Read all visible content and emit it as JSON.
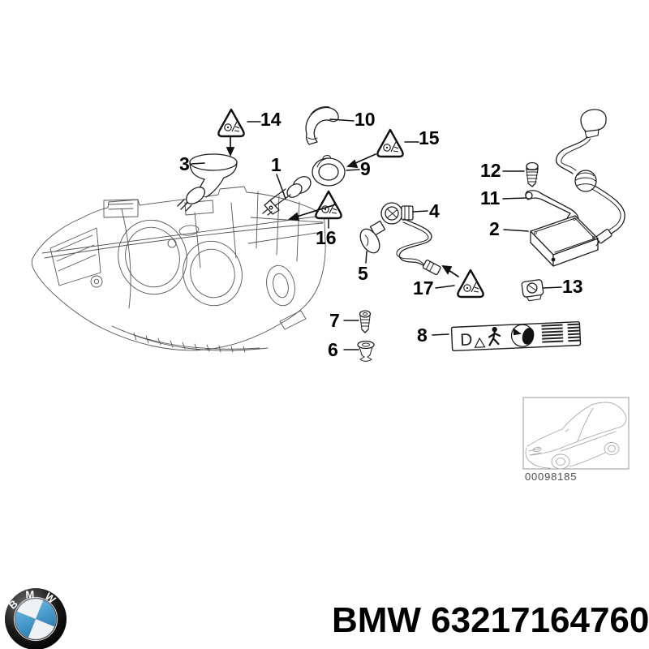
{
  "diagram": {
    "callouts": [
      {
        "num": "1"
      },
      {
        "num": "2"
      },
      {
        "num": "3"
      },
      {
        "num": "4"
      },
      {
        "num": "5"
      },
      {
        "num": "6"
      },
      {
        "num": "7"
      },
      {
        "num": "8"
      },
      {
        "num": "9"
      },
      {
        "num": "10"
      },
      {
        "num": "11"
      },
      {
        "num": "12"
      },
      {
        "num": "13"
      },
      {
        "num": "14"
      },
      {
        "num": "15"
      },
      {
        "num": "16"
      },
      {
        "num": "17"
      }
    ],
    "info_plate": {
      "letter": "D"
    },
    "thumbnail": {
      "code": "00098185"
    }
  },
  "footer": {
    "logo_text": "BMW",
    "part_label": "BMW 63217164760"
  },
  "colors": {
    "bmw_blue": "#3f93c6",
    "part_line": "#1f1f1f",
    "housing_line": "#555555",
    "thumb_line": "#a9a9a9"
  }
}
